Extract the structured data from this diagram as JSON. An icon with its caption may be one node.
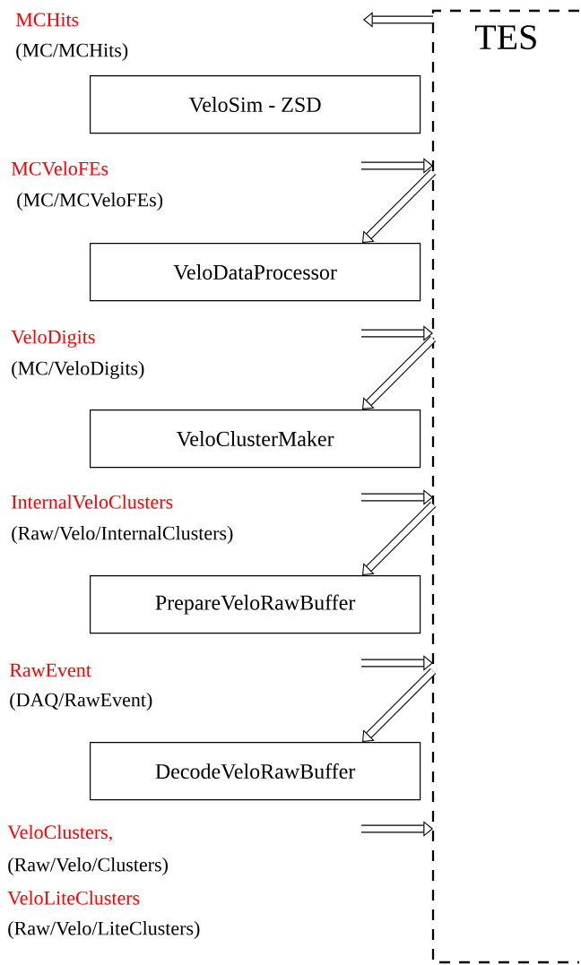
{
  "diagram": {
    "nodes": [
      {
        "text": [
          "TES"
        ]
      },
      {
        "text": [
          "VeloSim - ZSD"
        ]
      },
      {
        "text": [
          "VeloDataProcessor"
        ]
      },
      {
        "text": [
          "VeloClusterMaker"
        ]
      },
      {
        "text": [
          "PrepareVeloRawBuffer"
        ]
      },
      {
        "text": [
          "DecodeVeloRawBuffer"
        ]
      }
    ],
    "edges": [
      {
        "from": 0,
        "to": null,
        "arrow": "to"
      },
      {
        "from": null,
        "to": 0,
        "arrow": "to"
      },
      {
        "from": 0,
        "to": 2,
        "arrow": "to"
      },
      {
        "from": null,
        "to": 0,
        "arrow": "to"
      },
      {
        "from": 0,
        "to": 3,
        "arrow": "to"
      },
      {
        "from": null,
        "to": 0,
        "arrow": "to"
      },
      {
        "from": 0,
        "to": 4,
        "arrow": "to"
      },
      {
        "from": null,
        "to": 0,
        "arrow": "to"
      },
      {
        "from": 0,
        "to": 5,
        "arrow": "to"
      },
      {
        "from": null,
        "to": 0,
        "arrow": "to"
      }
    ],
    "labels": [
      "MCHits",
      "(MC/MCHits)",
      "MCVeloFEs",
      "(MC/MCVeloFEs)",
      "VeloDigits",
      "(MC/VeloDigits)",
      "InternalVeloClusters",
      "(Raw/Velo/InternalClusters)",
      "RawEvent",
      "(DAQ/RawEvent)",
      "VeloClusters,",
      "(Raw/Velo/Clusters)",
      "VeloLiteClusters",
      "(Raw/Velo/LiteClusters)"
    ]
  }
}
